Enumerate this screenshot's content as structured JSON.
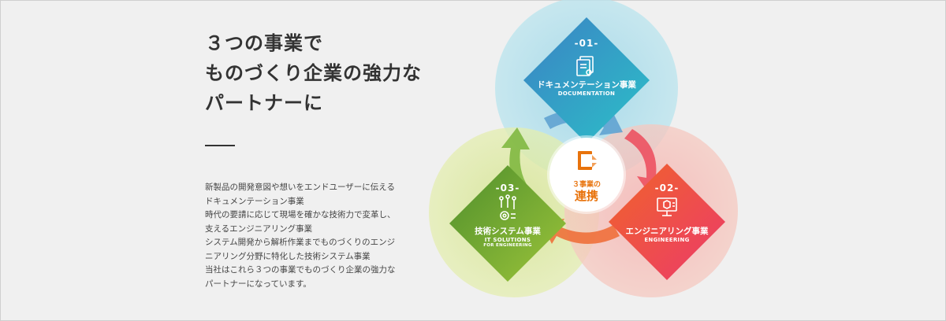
{
  "heading": {
    "line1": "３つの事業で",
    "line2": "ものづくり企業の強力な",
    "line3": "パートナーに"
  },
  "body": {
    "lines": [
      "新製品の開発意図や想いをエンドユーザーに伝える",
      "ドキュメンテーション事業",
      "時代の要請に応じて現場を確かな技術力で変革し、",
      "支えるエンジニアリング事業",
      "システム開発から解析作業までものづくりのエンジ",
      "ニアリング分野に特化した技術システム事業",
      "当社はこれら３つの事業でものづくり企業の強力な",
      "パートナーになっています。"
    ]
  },
  "diagram": {
    "center": {
      "small": "３事業の",
      "big": "連携",
      "icon": "document-cycle-icon"
    },
    "businesses": [
      {
        "num": "-01-",
        "jp": "ドキュメンテーション事業",
        "en": "DOCUMENTATION",
        "en2": "",
        "icon": "document-icon",
        "color": "#2ba3c9"
      },
      {
        "num": "-02-",
        "jp": "エンジニアリング事業",
        "en": "ENGINEERING",
        "en2": "",
        "icon": "monitor-cube-icon",
        "color": "#ee4a4a"
      },
      {
        "num": "-03-",
        "jp": "技術システム事業",
        "en": "IT SOLUTIONS",
        "en2": "FOR ENGINEERING",
        "icon": "circuit-gear-icon",
        "color": "#6aa82a"
      }
    ]
  }
}
